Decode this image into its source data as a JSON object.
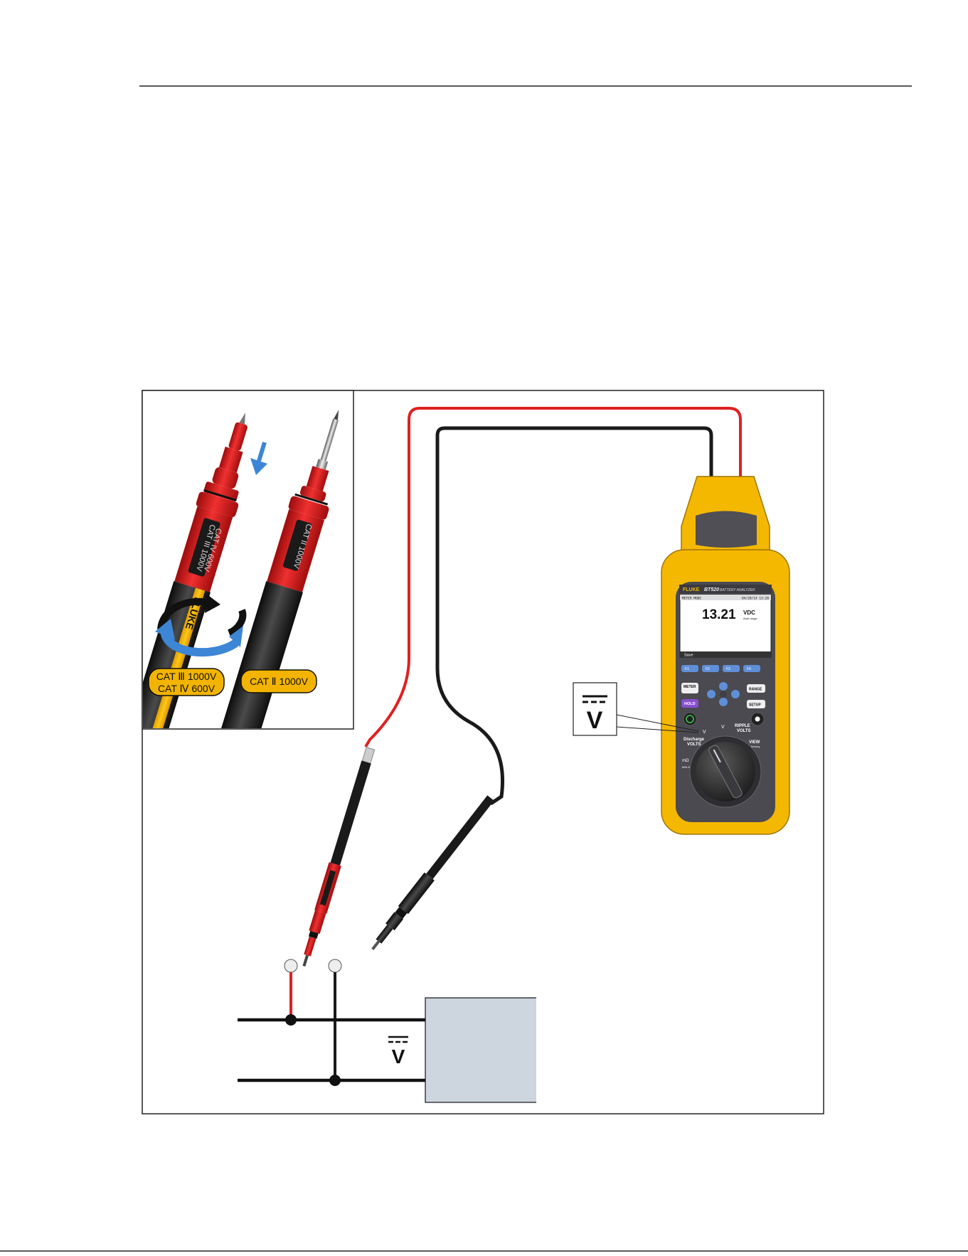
{
  "probe_inset": {
    "probe1_label_line1": "CAT III 1000V",
    "probe1_label_line2": "CAT IV 600V",
    "probe2_label": "CAT II 1000V",
    "badge1_line1": "CAT Ⅲ 1000V",
    "badge1_line2": "CAT Ⅳ 600V",
    "badge2": "CAT Ⅱ 1000V",
    "brand_on_probe": "FLUKE"
  },
  "meter": {
    "brand": "FLUKE",
    "model": "BT520",
    "model_desc": "BATTERY ANALYZER",
    "screen": {
      "mode": "METER MODE",
      "datetime": "04/28/14 13:28",
      "reading": "13.21",
      "unit": "VDC",
      "range_note": "Auto range",
      "softkey1": "Save"
    },
    "keys": {
      "f1": "F1",
      "f2": "F2",
      "f3": "F3",
      "f4": "F4",
      "meter": "METER",
      "range": "RANGE",
      "hold": "HOLD",
      "setup": "SETUP"
    },
    "dial": {
      "discharge_line1": "Discharge",
      "discharge_line2": "VOLTS",
      "vdc": "V",
      "ripple_line1": "RIPPLE",
      "ripple_line2": "VOLTS",
      "view_line1": "VIEW",
      "view_line2": "Memory",
      "temp": "mΩ",
      "minmax": "MIN MAX"
    }
  },
  "callout": {
    "symbol": "V"
  },
  "circuit": {
    "symbol": "V"
  },
  "colors": {
    "lead_red": "#e02020",
    "lead_black": "#1a1a1a",
    "meter_yellow": "#f5b800",
    "arrow_blue": "#3d86d6",
    "device_fill": "#cdd6df",
    "badge_yellow": "#f2b400"
  }
}
